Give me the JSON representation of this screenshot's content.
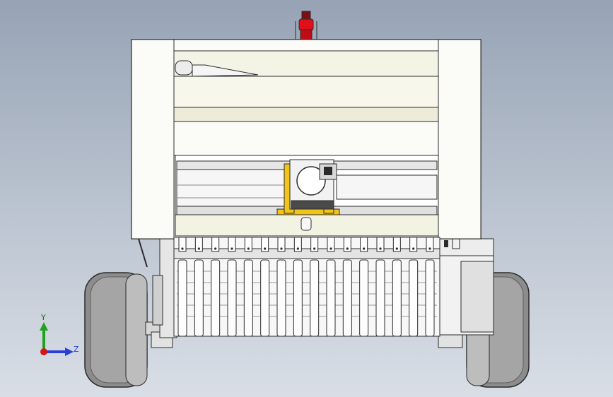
{
  "view": {
    "background_top": "#97a3b5",
    "background_bottom": "#d9dee6"
  },
  "triad": {
    "y_label": "Y",
    "z_label": "Z",
    "y_color": "#1fa31f",
    "z_color": "#2a3fd6",
    "origin_color": "#d01818"
  },
  "colors": {
    "panel_white": "#fbfbf7",
    "panel_cream": "#f1f1e1",
    "steel": "#d7d7d7",
    "tire": "#8c8c8c",
    "tire_dark": "#5e5e5e",
    "hydraulic_yellow": "#f0c419",
    "light_red": "#e0101a",
    "outline": "#2b2b2b"
  },
  "rotor": {
    "upper_tines": 16,
    "lower_tines": 16
  }
}
